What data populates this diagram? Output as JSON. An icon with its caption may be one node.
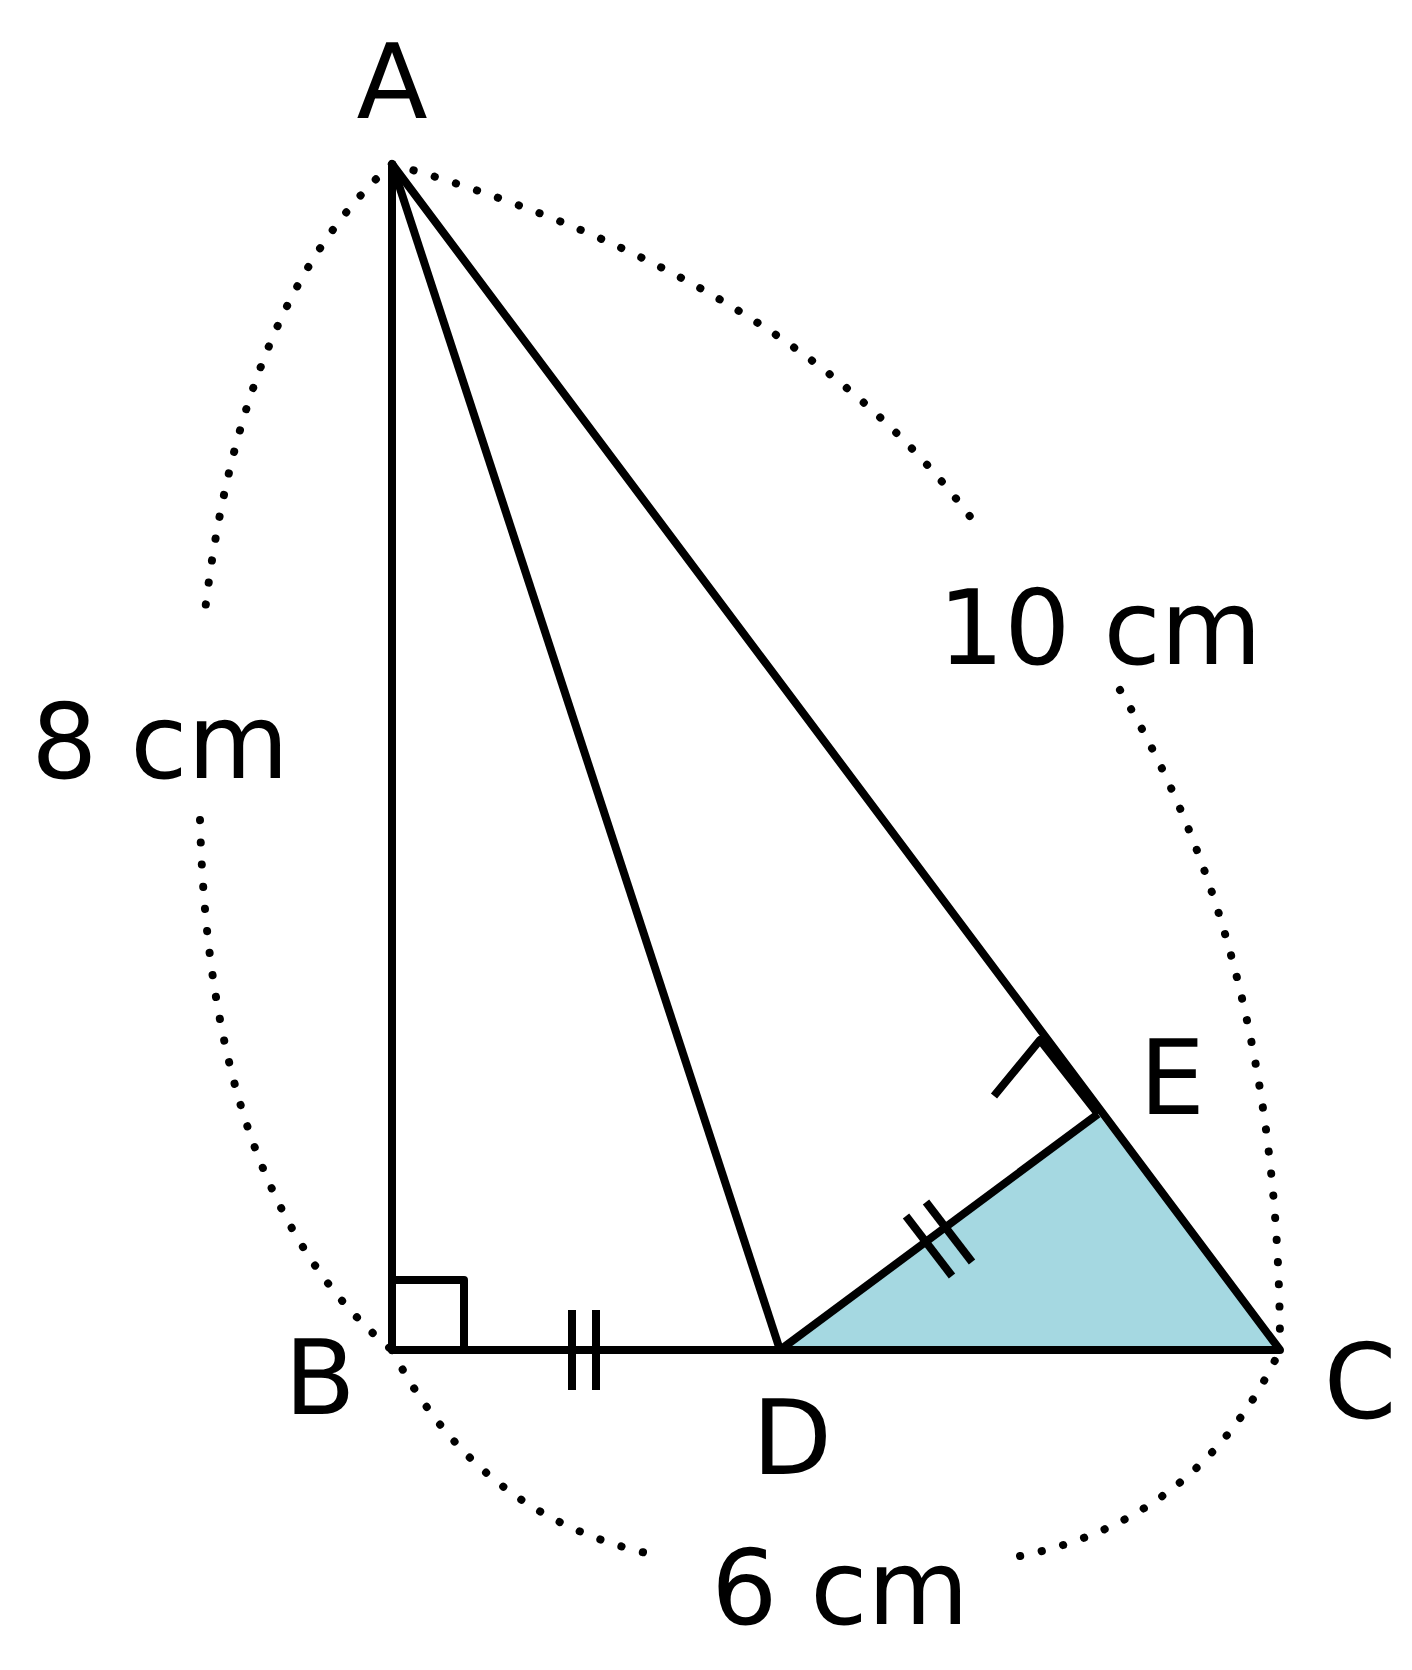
{
  "diagram": {
    "labels": [
      "A",
      "8 cm",
      "10 cm",
      "E",
      "B",
      "D",
      "C",
      "6 cm"
    ]
  }
}
